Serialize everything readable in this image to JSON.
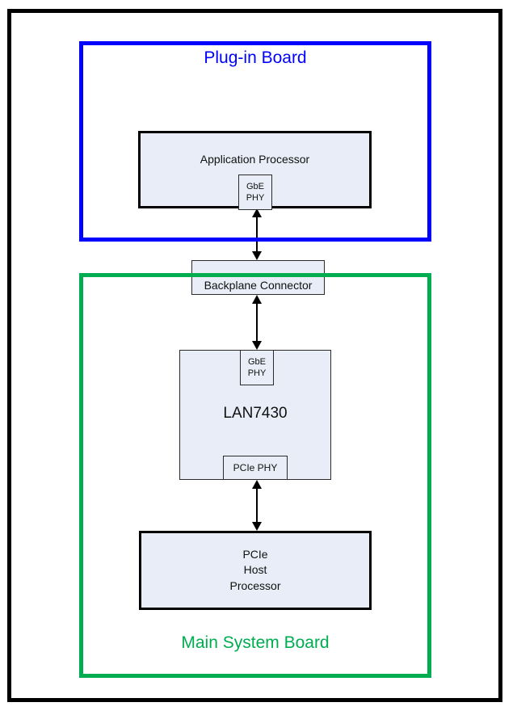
{
  "diagram": {
    "plug_in_board": {
      "title": "Plug-in Board"
    },
    "application_processor": {
      "label": "Application Processor",
      "gbe_phy": {
        "lines": [
          "GbE",
          "PHY"
        ]
      }
    },
    "backplane_connector": {
      "label": "Backplane Connector"
    },
    "lan7430": {
      "label": "LAN7430",
      "gbe_phy": {
        "lines": [
          "GbE",
          "PHY"
        ]
      },
      "pcie_phy": {
        "label": "PCIe PHY"
      }
    },
    "pcie_host_processor": {
      "lines": [
        "PCIe",
        "Host",
        "Processor"
      ]
    },
    "main_system_board": {
      "title": "Main System Board"
    },
    "colors": {
      "plug_in_board_accent": "#0101FE",
      "main_system_board_accent": "#00AC50",
      "module_fill": "#E8EDF7",
      "outline": "#000000"
    }
  }
}
